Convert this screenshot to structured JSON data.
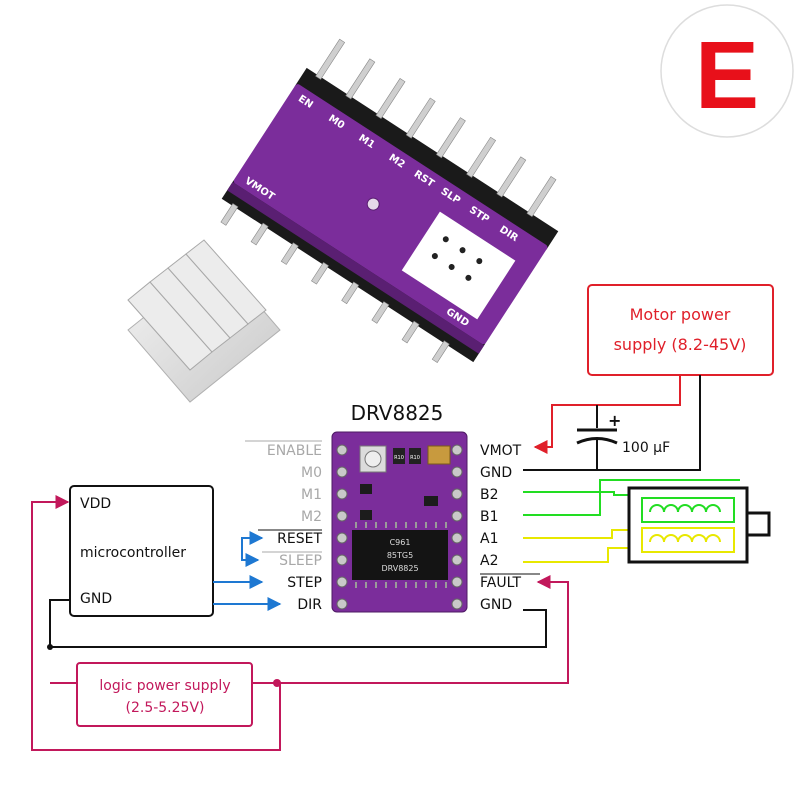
{
  "badge": {
    "letter": "E",
    "color": "#e8101a"
  },
  "module": {
    "name": "DRV8825",
    "left_pins": [
      "ENABLE",
      "M0",
      "M1",
      "M2",
      "RESET",
      "SLEEP",
      "STEP",
      "DIR"
    ],
    "right_pins": [
      "VMOT",
      "GND",
      "B2",
      "B1",
      "A1",
      "A2",
      "FAULT",
      "GND"
    ],
    "chip_text": [
      "C961",
      "85TG5",
      "DRV8825"
    ],
    "resistor_labels": [
      "R10",
      "R10"
    ]
  },
  "photo_pin_labels": [
    "EN",
    "M0",
    "M1",
    "M2",
    "RST",
    "SLP",
    "STP",
    "DIR",
    "VMOT",
    "GND"
  ],
  "microcontroller": {
    "vdd": "VDD",
    "name": "microcontroller",
    "gnd": "GND"
  },
  "motor_supply": {
    "line1": "Motor power",
    "line2": "supply (8.2-45V)"
  },
  "logic_supply": {
    "line1": "logic power supply",
    "line2": "(2.5-5.25V)"
  },
  "capacitor": {
    "plus": "+",
    "value": "100 µF"
  },
  "colors": {
    "red": "#e0202a",
    "crimson": "#c2185b",
    "blue": "#1e78d2",
    "green": "#22dd22",
    "yellow": "#e8e800",
    "board": "#7b2d9b",
    "gray": "#a8a8a8"
  }
}
